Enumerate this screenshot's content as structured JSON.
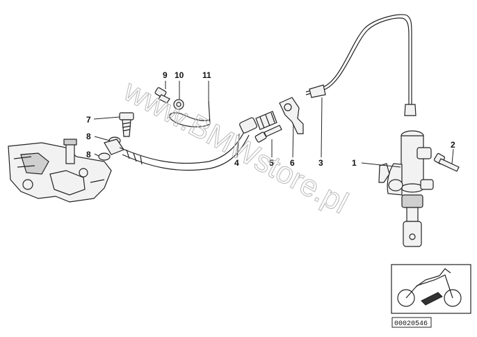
{
  "watermark": "www.BMWstore.pl",
  "diagram_code": "00020546",
  "callouts": {
    "c1": "1",
    "c2": "2",
    "c3": "3",
    "c4": "4",
    "c5": "5",
    "c6": "6",
    "c7": "7",
    "c8a": "8",
    "c8b": "8",
    "c9": "9",
    "c10": "10",
    "c11": "11"
  }
}
